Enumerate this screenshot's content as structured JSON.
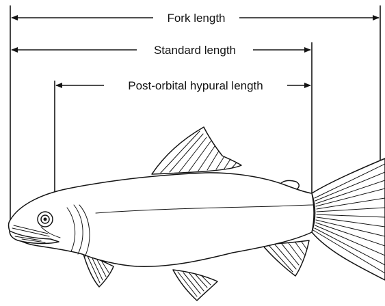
{
  "diagram": {
    "measurements": [
      {
        "key": "fork",
        "label": "Fork length"
      },
      {
        "key": "standard",
        "label": "Standard length"
      },
      {
        "key": "post_orbital",
        "label": "Post-orbital hypural length"
      }
    ]
  },
  "colors": {
    "ink": "#141414",
    "paper": "#ffffff"
  }
}
